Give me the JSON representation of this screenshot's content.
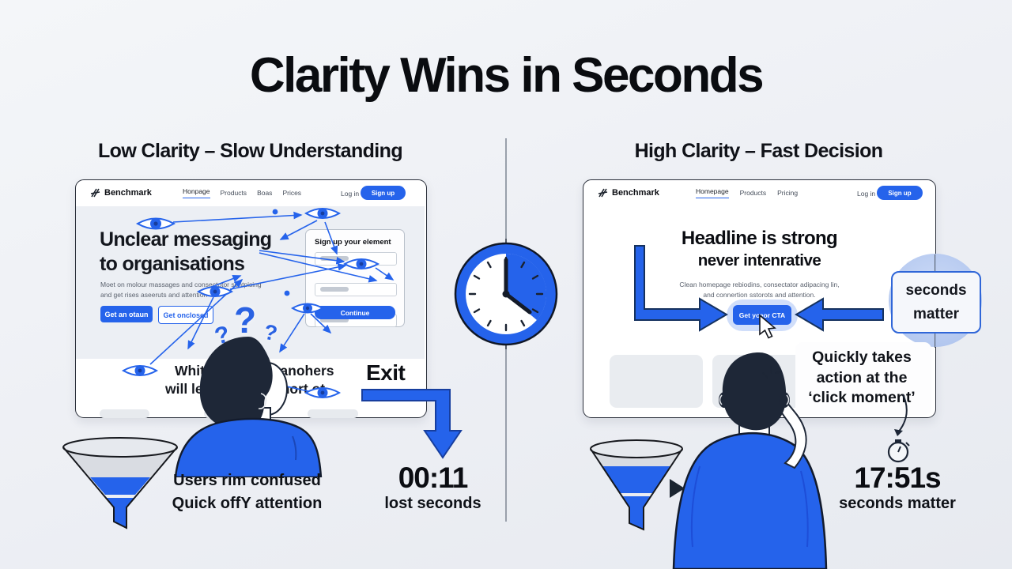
{
  "colors": {
    "accent": "#2563eb",
    "ink": "#0b0d12",
    "funnel_gray": "#d9dce2"
  },
  "title": "Clarity Wins in Seconds",
  "left": {
    "heading": "Low Clarity – Slow Understanding",
    "browser": {
      "brand": "Benchmark",
      "nav": [
        "Honpage",
        "Products",
        "Boas",
        "Prices"
      ],
      "login_label": "Log in",
      "signup_label": "Sign up",
      "headline1": "Unclear messaging",
      "headline2": "to organisations",
      "body1": "Moet on molour massages and consectotor sentpising",
      "body2": "and get rises aseeruts and attention",
      "cta_primary": "Get an otaun",
      "cta_secondary": "Get onclosed",
      "form": {
        "title": "Sign up your element",
        "submit": "Continue"
      },
      "footer_frag1": "White yo",
      "footer_frag2": "at anohers",
      "footer_frag3": "will leave to",
      "footer_frag4": "short ot...",
      "exit_label": "Exit"
    },
    "question_mark": "?",
    "funnel_caption1": "Users rim confused",
    "funnel_caption2": "Quick offY attention",
    "timer_value": "00:11",
    "timer_caption": "lost seconds"
  },
  "right": {
    "heading": "High Clarity – Fast Decision",
    "browser": {
      "brand": "Benchmark",
      "nav": [
        "Homepage",
        "Products",
        "Pricing"
      ],
      "login_label": "Log in",
      "signup_label": "Sign up",
      "headline1": "Headline is strong",
      "headline2": "never intenrative",
      "body1": "Clean homepage rebiodins, consectator adipacing lin,",
      "body2": "and connertion sstorots and attention.",
      "cta": "Get yceor CTA"
    },
    "badge1": "seconds",
    "badge2": "matter",
    "note1": "Quickly takes",
    "note2": "action at the",
    "note3": "‘click moment’",
    "timer_value": "17:51s",
    "timer_caption": "seconds matter"
  }
}
